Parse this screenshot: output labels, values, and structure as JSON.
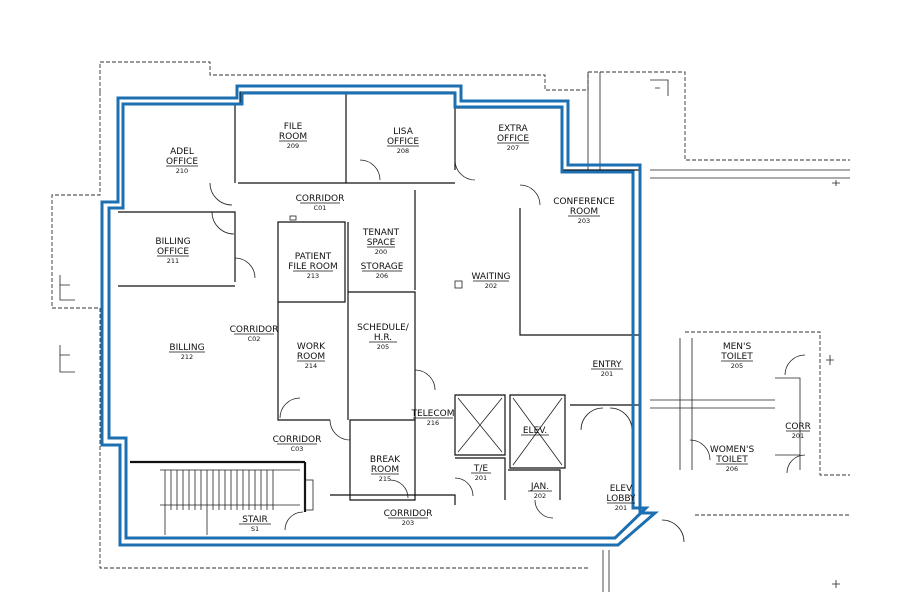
{
  "rooms": [
    {
      "id": "adel",
      "lines": [
        "ADEL",
        "OFFICE"
      ],
      "num": "210"
    },
    {
      "id": "file",
      "lines": [
        "FILE",
        "ROOM"
      ],
      "num": "209"
    },
    {
      "id": "lisa",
      "lines": [
        "LISA",
        "OFFICE"
      ],
      "num": "208"
    },
    {
      "id": "extra",
      "lines": [
        "EXTRA",
        "OFFICE"
      ],
      "num": "207"
    },
    {
      "id": "corridor-c01",
      "lines": [
        "CORRIDOR"
      ],
      "num": "C01"
    },
    {
      "id": "conference",
      "lines": [
        "CONFERENCE",
        "ROOM"
      ],
      "num": "203"
    },
    {
      "id": "billing-office",
      "lines": [
        "BILLING",
        "OFFICE"
      ],
      "num": "211"
    },
    {
      "id": "patient-file",
      "lines": [
        "PATIENT",
        "FILE ROOM"
      ],
      "num": "213"
    },
    {
      "id": "tenant-space",
      "lines": [
        "TENANT",
        "SPACE"
      ],
      "num": "200"
    },
    {
      "id": "storage",
      "lines": [
        "STORAGE"
      ],
      "num": "206"
    },
    {
      "id": "waiting",
      "lines": [
        "WAITING"
      ],
      "num": "202"
    },
    {
      "id": "corridor-c02",
      "lines": [
        "CORRIDOR"
      ],
      "num": "C02"
    },
    {
      "id": "billing",
      "lines": [
        "BILLING"
      ],
      "num": "212"
    },
    {
      "id": "work-room",
      "lines": [
        "WORK",
        "ROOM"
      ],
      "num": "214"
    },
    {
      "id": "schedule",
      "lines": [
        "SCHEDULE/",
        "H.R."
      ],
      "num": "205"
    },
    {
      "id": "entry",
      "lines": [
        "ENTRY"
      ],
      "num": "201"
    },
    {
      "id": "mens",
      "lines": [
        "MEN'S",
        "TOILET"
      ],
      "num": "205"
    },
    {
      "id": "telecom",
      "lines": [
        "TELECOM"
      ],
      "num": "216"
    },
    {
      "id": "elev",
      "lines": [
        "ELEV."
      ],
      "num": ""
    },
    {
      "id": "corridor-c03",
      "lines": [
        "CORRIDOR"
      ],
      "num": "C03"
    },
    {
      "id": "break",
      "lines": [
        "BREAK",
        "ROOM"
      ],
      "num": "215"
    },
    {
      "id": "te",
      "lines": [
        "T/E"
      ],
      "num": "201"
    },
    {
      "id": "jan",
      "lines": [
        "JAN."
      ],
      "num": "202"
    },
    {
      "id": "womens",
      "lines": [
        "WOMEN'S",
        "TOILET"
      ],
      "num": "206"
    },
    {
      "id": "corr",
      "lines": [
        "CORR"
      ],
      "num": "201"
    },
    {
      "id": "elev-lobby",
      "lines": [
        "ELEV",
        "LOBBY"
      ],
      "num": "201"
    },
    {
      "id": "stair",
      "lines": [
        "STAIR"
      ],
      "num": "S1"
    },
    {
      "id": "corridor-203",
      "lines": [
        "CORRIDOR"
      ],
      "num": "203"
    }
  ],
  "colors": {
    "boundary": "#1c6fb0",
    "walls": "#111111",
    "background": "#ffffff"
  }
}
